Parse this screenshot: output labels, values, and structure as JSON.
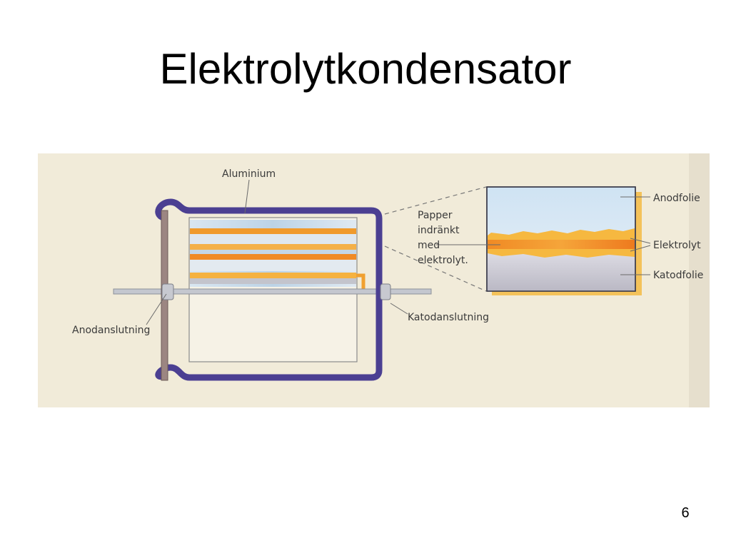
{
  "slide": {
    "title": "Elektrolytkondensator",
    "page_number": "6"
  },
  "diagram": {
    "labels": {
      "aluminium": "Aluminium",
      "paper_lines": [
        "Papper",
        "indränkt",
        "med",
        "elektrolyt."
      ],
      "anode_connection": "Anodanslutning",
      "cathode_connection": "Katodanslutning",
      "anode_foil": "Anodfolie",
      "electrolyte": "Elektrolyt",
      "cathode_foil": "Katodfolie"
    },
    "colors": {
      "background": "#f1ebd9",
      "aluminium_casing": "#4b3f92",
      "anode_plate": "#9c8682",
      "electrolyte_orange": "#f07a1e",
      "electrolyte_yellow": "#f5b72e",
      "foil_blue": "#c9dbea",
      "cathode_grey": "#c7c5cf"
    }
  }
}
